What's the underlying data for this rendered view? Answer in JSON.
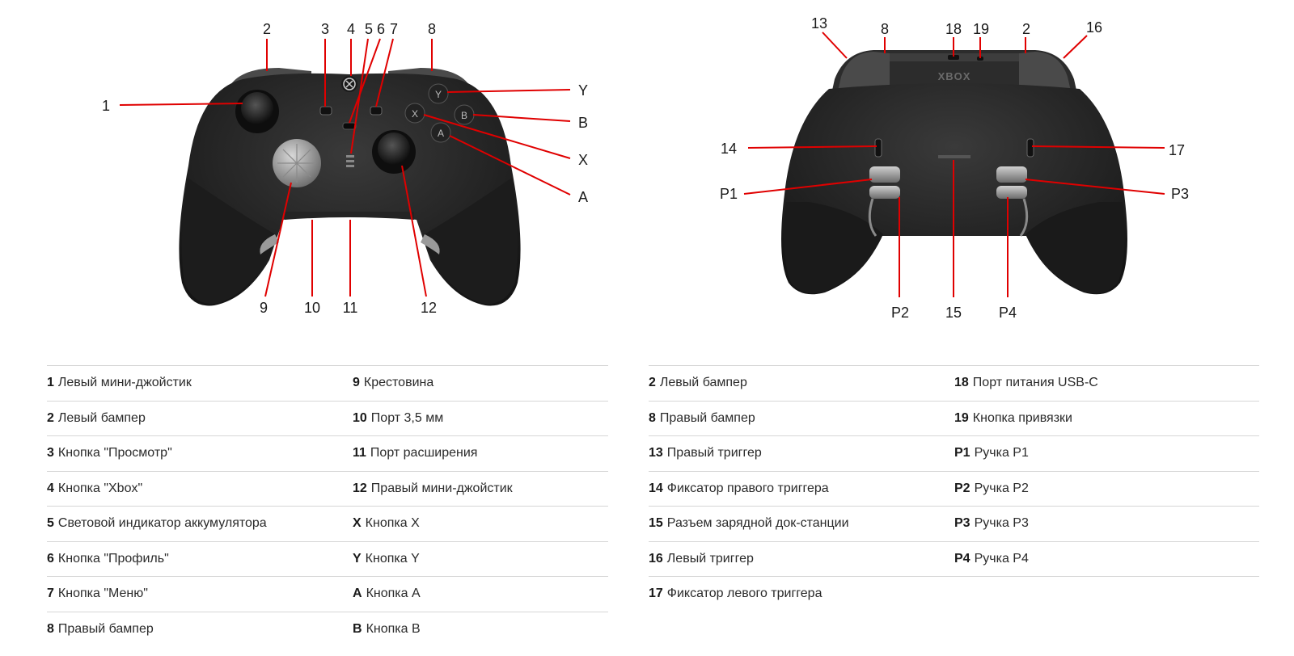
{
  "front": {
    "callouts": [
      "1",
      "2",
      "3",
      "4",
      "5",
      "6",
      "7",
      "8",
      "9",
      "10",
      "11",
      "12",
      "Y",
      "B",
      "X",
      "A"
    ],
    "table": {
      "left": [
        {
          "num": "1",
          "label": "Левый мини-джойстик"
        },
        {
          "num": "2",
          "label": "Левый бампер"
        },
        {
          "num": "3",
          "label": "Кнопка \"Просмотр\""
        },
        {
          "num": "4",
          "label": "Кнопка \"Xbox\""
        },
        {
          "num": "5",
          "label": "Световой индикатор аккумулятора"
        },
        {
          "num": "6",
          "label": "Кнопка \"Профиль\""
        },
        {
          "num": "7",
          "label": "Кнопка \"Меню\""
        },
        {
          "num": "8",
          "label": "Правый бампер"
        }
      ],
      "right": [
        {
          "num": "9",
          "label": "Крестовина"
        },
        {
          "num": "10",
          "label": "Порт 3,5 мм"
        },
        {
          "num": "11",
          "label": "Порт расширения"
        },
        {
          "num": "12",
          "label": "Правый мини-джойстик"
        },
        {
          "num": "X",
          "label": "Кнопка X"
        },
        {
          "num": "Y",
          "label": "Кнопка Y"
        },
        {
          "num": "A",
          "label": "Кнопка A"
        },
        {
          "num": "B",
          "label": "Кнопка B"
        }
      ]
    }
  },
  "back": {
    "brand": "XBOX",
    "callouts": [
      "13",
      "8",
      "18",
      "19",
      "2",
      "16",
      "14",
      "17",
      "P1",
      "P3",
      "P2",
      "15",
      "P4"
    ],
    "table": {
      "left": [
        {
          "num": "2",
          "label": "Левый бампер"
        },
        {
          "num": "8",
          "label": "Правый бампер"
        },
        {
          "num": "13",
          "label": "Правый триггер"
        },
        {
          "num": "14",
          "label": "Фиксатор правого триггера"
        },
        {
          "num": "15",
          "label": "Разъем зарядной док-станции"
        },
        {
          "num": "16",
          "label": "Левый триггер"
        },
        {
          "num": "17",
          "label": "Фиксатор левого триггера"
        }
      ],
      "right": [
        {
          "num": "18",
          "label": "Порт питания USB-C"
        },
        {
          "num": "19",
          "label": "Кнопка привязки"
        },
        {
          "num": "P1",
          "label": "Ручка P1"
        },
        {
          "num": "P2",
          "label": "Ручка P2"
        },
        {
          "num": "P3",
          "label": "Ручка P3"
        },
        {
          "num": "P4",
          "label": "Ручка P4"
        }
      ]
    }
  },
  "colors": {
    "leader": "#e00000",
    "controller_body": "#2a2a2a",
    "grip": "#1c1c1c",
    "divider": "#d6d6d6"
  }
}
